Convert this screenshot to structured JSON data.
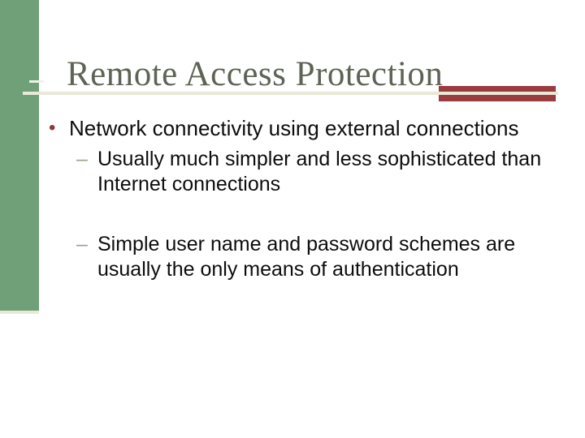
{
  "slide": {
    "title": "Remote Access Protection",
    "bullets": [
      {
        "text": "Network connectivity using external connections",
        "sub": [
          {
            "lines": [
              "Usually much simpler and less sophisticated than",
              "Internet connections"
            ]
          },
          {
            "lines": [
              "Simple user name and password schemes are",
              "usually the only means of authentication"
            ]
          }
        ]
      }
    ]
  },
  "glyphs": {
    "bullet_dot": "•",
    "dash": "–"
  },
  "colors": {
    "green_band": "#70A077",
    "cream_line": "#E9E9D8",
    "cream_bright": "#EFF2E4",
    "accent_red": "#9A3B3E",
    "title_color": "#5E6455",
    "text_color": "#0D0D0D",
    "bullet_dot": "#8C3939",
    "dash_marker": "#95A691"
  }
}
